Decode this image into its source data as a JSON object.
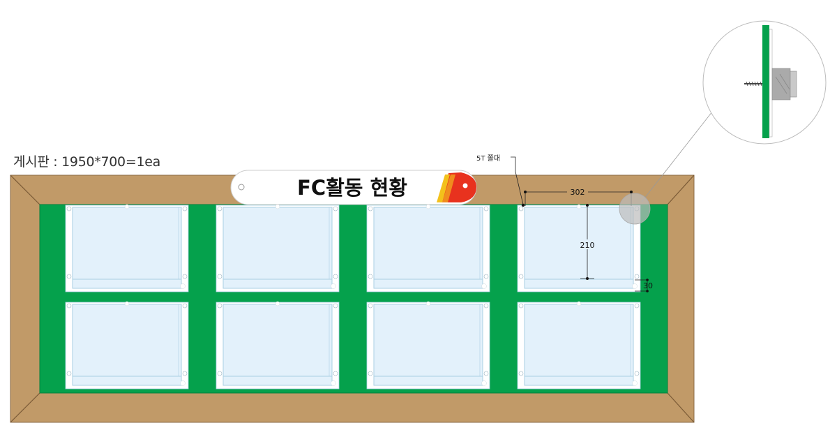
{
  "caption": "게시판 : 1950*700=1ea",
  "sign": {
    "title": "FC활동 현황"
  },
  "callouts": {
    "standoff_label": "5T 쫄대"
  },
  "dimensions": {
    "width": "302",
    "height": "210",
    "gap": "30"
  },
  "colors": {
    "frame_wood": "#c19a68",
    "board_green": "#05a14c",
    "pocket_fill": "#e3f1fb",
    "pocket_edge": "#a9cfe3",
    "sign_bg": "#ffffff",
    "logo_red": "#e8321e",
    "logo_orange": "#f08c1e",
    "logo_yellow": "#f3c11b",
    "detail_bolt": "#aaaaaa"
  },
  "icons": [
    "screw-icon",
    "standoff-bolt-icon",
    "sign-logo-icon"
  ]
}
